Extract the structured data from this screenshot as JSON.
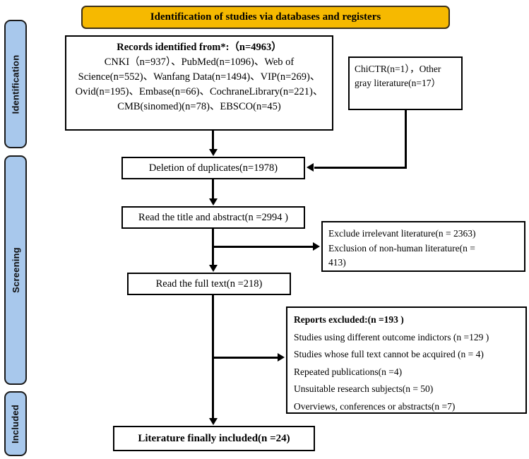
{
  "header": {
    "title": "Identification of studies via databases and registers",
    "background_color": "#f6b900",
    "border_color": "#3d3118"
  },
  "sidebar": {
    "background_color": "#a8c8ec",
    "border_color": "#1a1a1a",
    "items": [
      {
        "label": "Identification"
      },
      {
        "label": "Screening"
      },
      {
        "label": "Included"
      }
    ]
  },
  "boxes": {
    "identified": {
      "title": "Records identified from*:（n=4963）",
      "lines": [
        "CNKI（n=937）、PubMed(n=1096)、Web of",
        "Science(n=552)、Wanfang Data(n=1494)、VIP(n=269)、",
        "Ovid(n=195)、Embase(n=66)、CochraneLibrary(n=221)、",
        "CMB(sinomed)(n=78)、EBSCO(n=45)"
      ]
    },
    "registers": {
      "lines": [
        "ChiCTR(n=1），Other",
        "gray literature(n=17）"
      ]
    },
    "duplicates": {
      "label": "Deletion of duplicates(n=1978)"
    },
    "title_abstract": {
      "label": "Read the title and abstract(n =2994 )"
    },
    "exclude_irrelevant": {
      "lines": [
        "Exclude irrelevant literature(n = 2363)",
        "Exclusion of non-human literature(n =",
        "413)"
      ]
    },
    "full_text": {
      "label": "Read the full text(n =218)"
    },
    "reports_excluded": {
      "title": "Reports excluded:(n =193 )",
      "lines": [
        "Studies using different outcome indictors  (n =129 )",
        "Studies whose full text cannot be acquired (n = 4)",
        "Repeated publications(n =4)",
        "Unsuitable research subjects(n = 50)",
        "Overviews, conferences or abstracts(n =7)"
      ]
    },
    "final": {
      "label": "Literature finally included(n =24)"
    }
  },
  "chart_data": {
    "type": "diagram",
    "title": "PRISMA flow diagram: Identification of studies via databases and registers",
    "stages": [
      "Identification",
      "Screening",
      "Included"
    ],
    "nodes": [
      {
        "id": "identified",
        "stage": "Identification",
        "n": 4963,
        "sources": [
          {
            "name": "CNKI",
            "n": 937
          },
          {
            "name": "PubMed",
            "n": 1096
          },
          {
            "name": "Web of Science",
            "n": 552
          },
          {
            "name": "Wanfang Data",
            "n": 1494
          },
          {
            "name": "VIP",
            "n": 269
          },
          {
            "name": "Ovid",
            "n": 195
          },
          {
            "name": "Embase",
            "n": 66
          },
          {
            "name": "CochraneLibrary",
            "n": 221
          },
          {
            "name": "CMB(sinomed)",
            "n": 78
          },
          {
            "name": "EBSCO",
            "n": 45
          }
        ]
      },
      {
        "id": "registers",
        "stage": "Identification",
        "sources": [
          {
            "name": "ChiCTR",
            "n": 1
          },
          {
            "name": "Other gray literature",
            "n": 17
          }
        ]
      },
      {
        "id": "duplicates",
        "stage": "Screening",
        "n": 1978
      },
      {
        "id": "title_abstract",
        "stage": "Screening",
        "n": 2994
      },
      {
        "id": "exclude_irrelevant",
        "stage": "Screening",
        "reasons": [
          {
            "name": "Exclude irrelevant literature",
            "n": 2363
          },
          {
            "name": "Exclusion of non-human literature",
            "n": 413
          }
        ]
      },
      {
        "id": "full_text",
        "stage": "Screening",
        "n": 218
      },
      {
        "id": "reports_excluded",
        "stage": "Screening",
        "n": 193,
        "reasons": [
          {
            "name": "Studies using different outcome indictors",
            "n": 129
          },
          {
            "name": "Studies whose full text cannot be acquired",
            "n": 4
          },
          {
            "name": "Repeated publications",
            "n": 4
          },
          {
            "name": "Unsuitable research subjects",
            "n": 50
          },
          {
            "name": "Overviews, conferences or abstracts",
            "n": 7
          }
        ]
      },
      {
        "id": "final",
        "stage": "Included",
        "n": 24
      }
    ],
    "edges": [
      {
        "from": "identified",
        "to": "duplicates"
      },
      {
        "from": "registers",
        "to": "duplicates"
      },
      {
        "from": "duplicates",
        "to": "title_abstract"
      },
      {
        "from": "title_abstract",
        "to": "exclude_irrelevant"
      },
      {
        "from": "title_abstract",
        "to": "full_text"
      },
      {
        "from": "full_text",
        "to": "reports_excluded"
      },
      {
        "from": "full_text",
        "to": "final"
      }
    ]
  }
}
